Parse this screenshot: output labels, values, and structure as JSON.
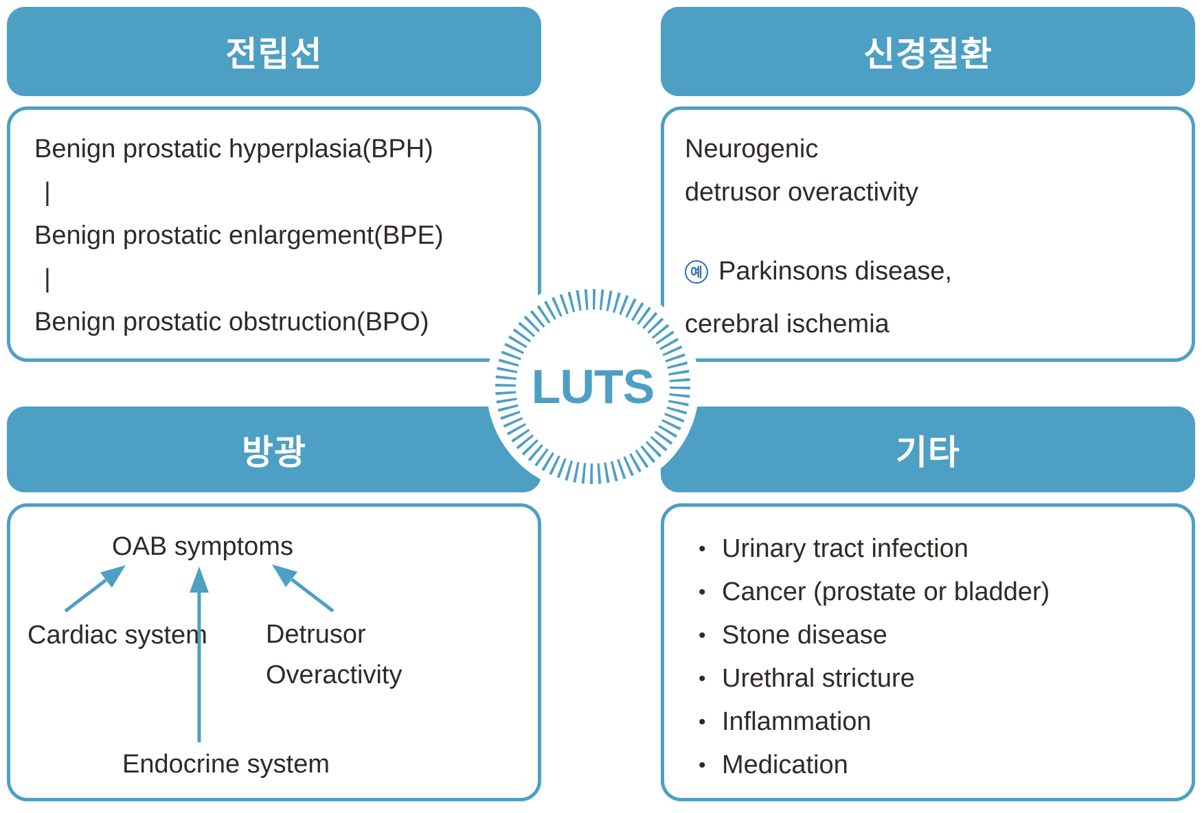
{
  "colors": {
    "accent_blue": "#4d9fc4",
    "text_dark": "#2f2a26",
    "example_badge_blue": "#2c6cb5",
    "background": "#ffffff"
  },
  "center": {
    "label": "LUTS"
  },
  "quadrants": {
    "prostate": {
      "title": "전립선",
      "lines": [
        "Benign prostatic hyperplasia(BPH)",
        "|",
        "Benign prostatic enlargement(BPE)",
        "|",
        "Benign prostatic obstruction(BPO)"
      ]
    },
    "neurologic": {
      "title": "신경질환",
      "lines": [
        "Neurogenic",
        "detrusor overactivity"
      ],
      "example_badge": "예",
      "example_lines": [
        "Parkinsons disease,",
        "cerebral ischemia"
      ]
    },
    "bladder": {
      "title": "방광",
      "target": "OAB symptoms",
      "cardiac": "Cardiac system",
      "detrusor_lines": [
        "Detrusor",
        "Overactivity"
      ],
      "endocrine": "Endocrine system"
    },
    "others": {
      "title": "기타",
      "bullet": "•",
      "items": [
        "Urinary tract infection",
        "Cancer (prostate or bladder)",
        "Stone disease",
        "Urethral stricture",
        "Inflammation",
        "Medication"
      ]
    }
  }
}
